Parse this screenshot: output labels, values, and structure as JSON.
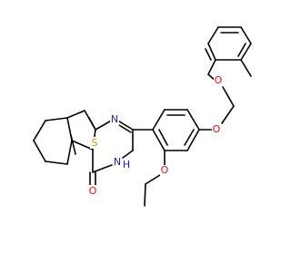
{
  "molecule": {
    "atoms": {
      "sulfur": "S",
      "nitrogen_ring": "N",
      "nitrogen_nh": "N",
      "hydrogen_nh": "H",
      "oxygen_carbonyl": "O",
      "oxygen_ethoxy": "O",
      "oxygen_ether_1": "O",
      "oxygen_ether_2": "O"
    }
  },
  "colors": {
    "bond": "#000000",
    "sulfur": "#b5a000",
    "nitrogen": "#1c1cd6",
    "oxygen": "#e01010",
    "background": "#ffffff"
  }
}
